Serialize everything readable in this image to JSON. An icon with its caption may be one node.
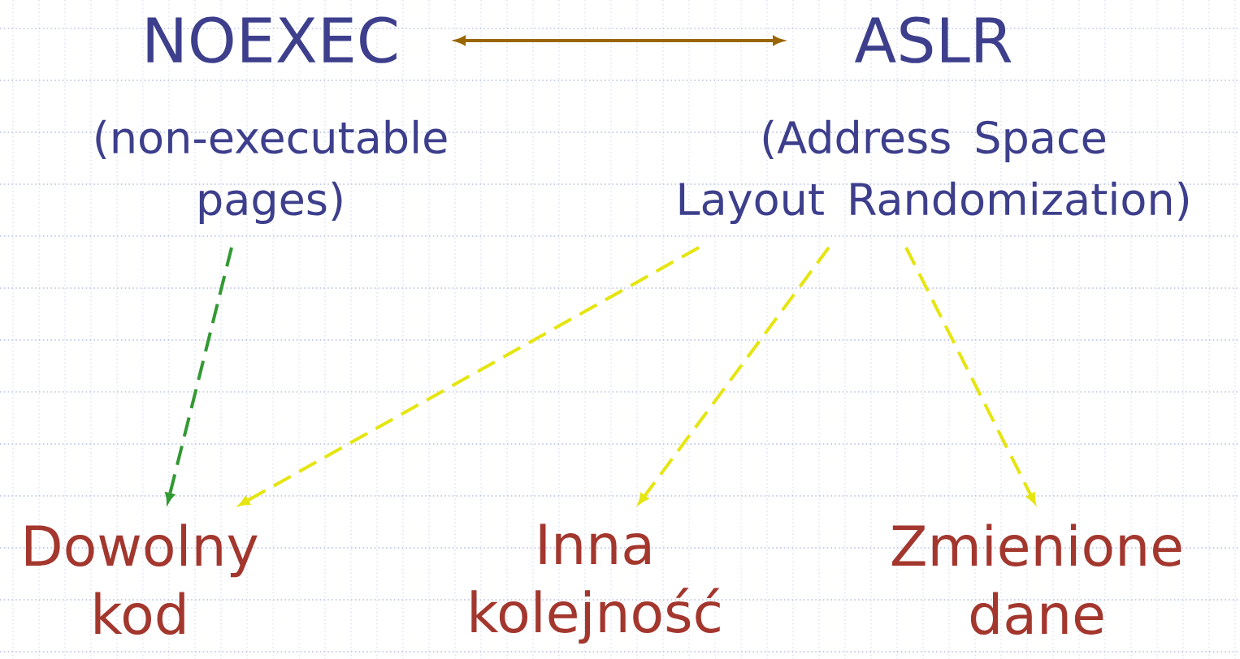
{
  "diagram": {
    "nodes": [
      {
        "text": [
          "NOEXEC",
          "(non-executable pages)"
        ]
      },
      {
        "text": [
          "ASLR",
          "(Address Space Layout Randomization)"
        ]
      },
      {
        "text": [
          "Dowolny kod"
        ]
      },
      {
        "text": [
          "Inna kolejność"
        ]
      },
      {
        "text": [
          "Zmienione dane"
        ]
      }
    ],
    "edges": [
      {
        "from": 0,
        "to": 1,
        "arrow": "both",
        "color": "#996600"
      },
      {
        "from": 0,
        "to": 2,
        "arrow": "to",
        "style": "dashed",
        "color": "#339933"
      },
      {
        "from": 1,
        "to": 2,
        "arrow": "to",
        "style": "dashed",
        "color": "#e5e510"
      },
      {
        "from": 1,
        "to": 3,
        "arrow": "to",
        "style": "dashed",
        "color": "#e5e510"
      },
      {
        "from": 1,
        "to": 4,
        "arrow": "to",
        "style": "dashed",
        "color": "#e5e510"
      }
    ]
  }
}
